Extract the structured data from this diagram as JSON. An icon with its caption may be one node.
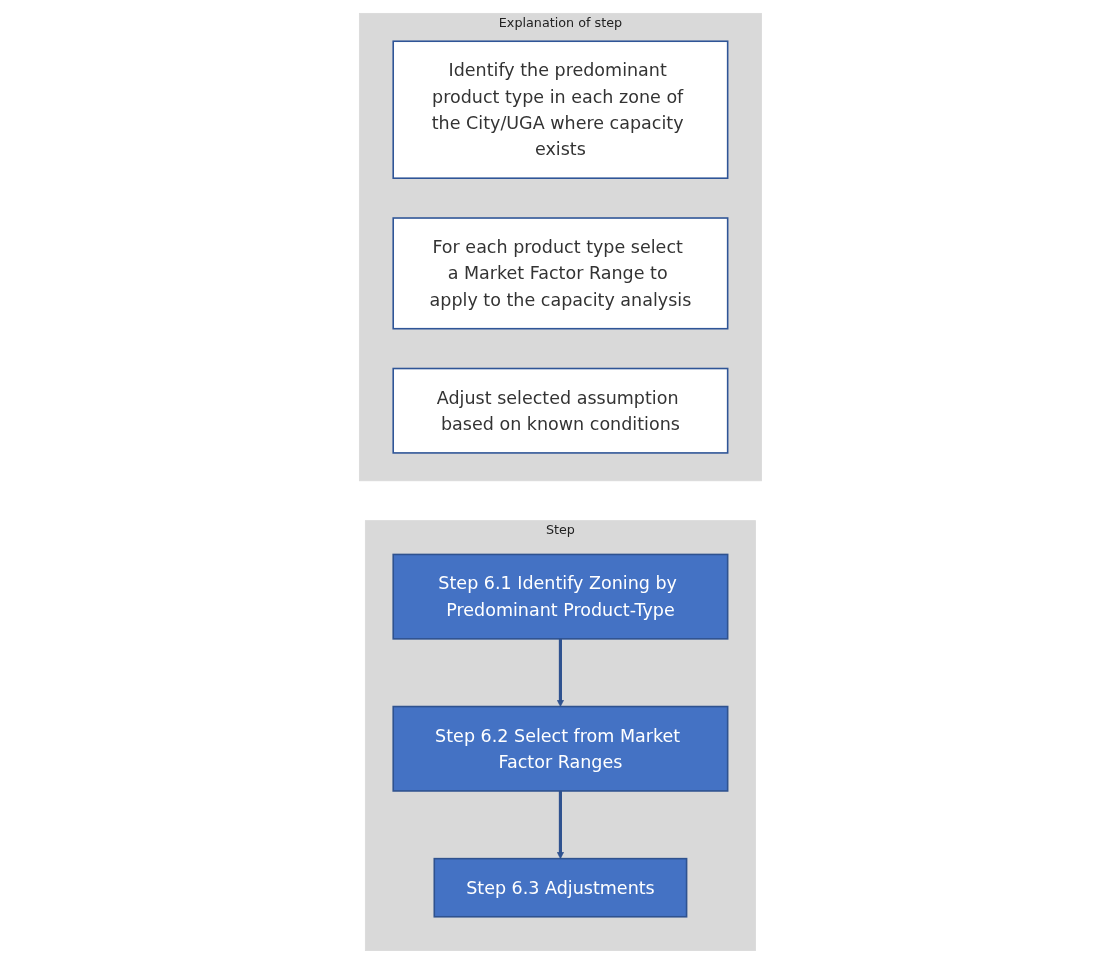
{
  "diagram": {
    "nodes": [
      {
        "text": [
          "Step"
        ]
      },
      {
        "text": [
          "Step 6.1 Identify Zoning by Predominant Product-Type"
        ],
        "in": 0
      },
      {
        "text": [
          "Step 6.2 Select from Market Factor Ranges"
        ],
        "in": 0
      },
      {
        "text": [
          "Step 6.3 Adjustments"
        ],
        "in": 0
      },
      {
        "text": [
          "Explanation of step"
        ]
      },
      {
        "text": [
          "Identify the predominant product type in each zone of the City/UGA where capacity exists"
        ],
        "in": 4
      },
      {
        "text": [
          "For each product type select a Market Factor Range to apply to the capacity analysis"
        ],
        "in": 4
      },
      {
        "text": [
          "Adjust selected assumption based on known conditions"
        ],
        "in": 4
      }
    ],
    "edges": [
      {
        "from": 1,
        "to": 2,
        "arrow": "to"
      },
      {
        "from": 2,
        "to": 3,
        "arrow": "to"
      }
    ]
  }
}
